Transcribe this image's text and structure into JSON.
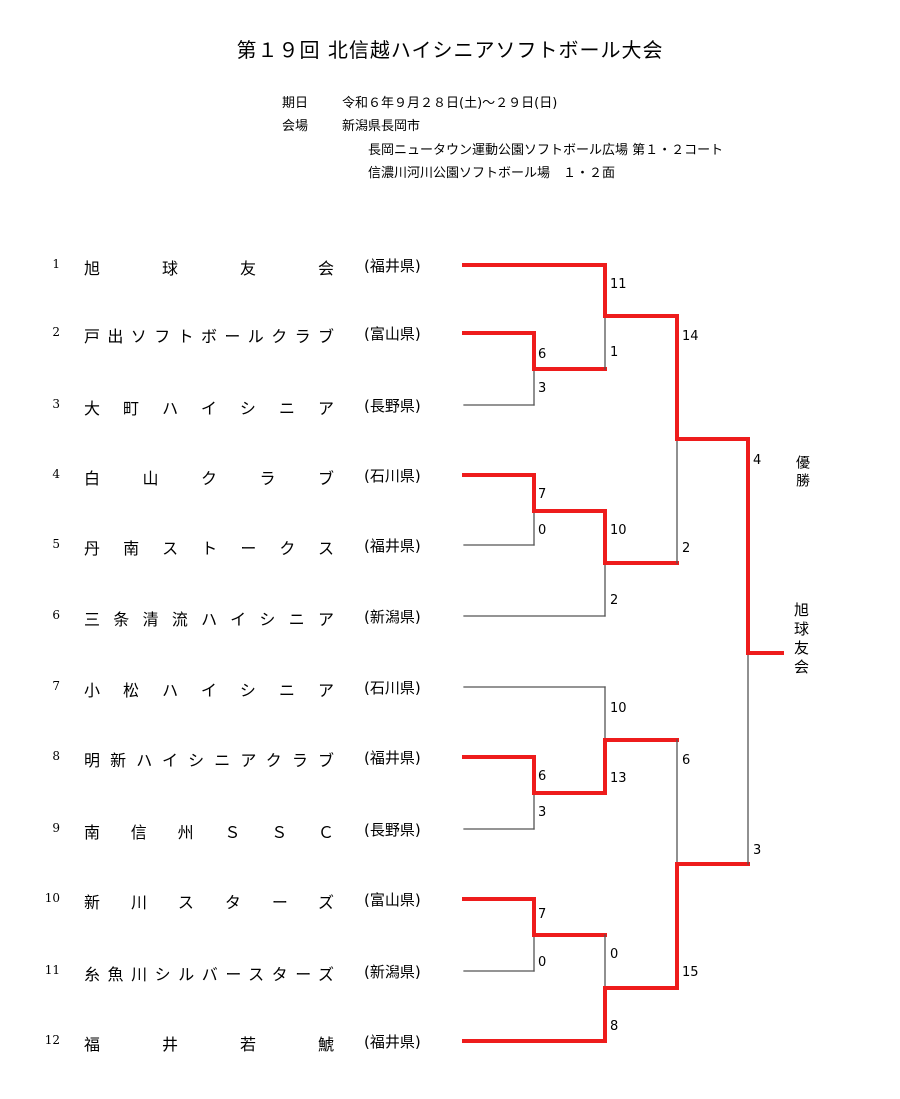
{
  "title": "第１９回 北信越ハイシニアソフトボール大会",
  "info": {
    "date_label": "期日",
    "date_value": "令和６年９月２８日(土)～２９日(日)",
    "venue_label": "会場",
    "venue_city": "新潟県長岡市",
    "venue_1": "長岡ニュータウン運動公園ソフトボール広場 第１・２コート",
    "venue_2": "信濃川河川公園ソフトボール場　１・２面"
  },
  "teams": [
    {
      "num": "1",
      "name": "旭球友会",
      "pref": "(福井県)"
    },
    {
      "num": "2",
      "name": "戸出ソフトボールクラブ",
      "pref": "(富山県)"
    },
    {
      "num": "3",
      "name": "大町ハイシニア",
      "pref": "(長野県)"
    },
    {
      "num": "4",
      "name": "白山クラブ",
      "pref": "(石川県)"
    },
    {
      "num": "5",
      "name": "丹南ストークス",
      "pref": "(福井県)"
    },
    {
      "num": "6",
      "name": "三条清流ハイシニア",
      "pref": "(新潟県)"
    },
    {
      "num": "7",
      "name": "小松ハイシニア",
      "pref": "(石川県)"
    },
    {
      "num": "8",
      "name": "明新ハイシニアクラブ",
      "pref": "(福井県)"
    },
    {
      "num": "9",
      "name": "南信州ＳＳＣ",
      "pref": "(長野県)"
    },
    {
      "num": "10",
      "name": "新川スターズ",
      "pref": "(富山県)"
    },
    {
      "num": "11",
      "name": "糸魚川シルバースターズ",
      "pref": "(新潟県)"
    },
    {
      "num": "12",
      "name": "福井若鯱",
      "pref": "(福井県)"
    }
  ],
  "scores": {
    "m1_top": "6",
    "m1_bot": "3",
    "m2_top": "7",
    "m2_bot": "0",
    "m3_top": "6",
    "m3_bot": "3",
    "m4_top": "7",
    "m4_bot": "0",
    "r2a_top": "11",
    "r2a_bot": "1",
    "r2b_top": "10",
    "r2b_bot": "2",
    "r2c_top": "10",
    "r2c_bot": "13",
    "r2d_top": "0",
    "r2d_bot": "8",
    "sf1_top": "14",
    "sf1_bot": "2",
    "sf2_top": "6",
    "sf2_bot": "15",
    "final_top": "4",
    "final_bot": "3"
  },
  "result": {
    "champion_label": "優勝",
    "champion_name": "旭球友会"
  },
  "colors": {
    "winner_line": "#ee1c1c",
    "loser_line": "#555555"
  }
}
